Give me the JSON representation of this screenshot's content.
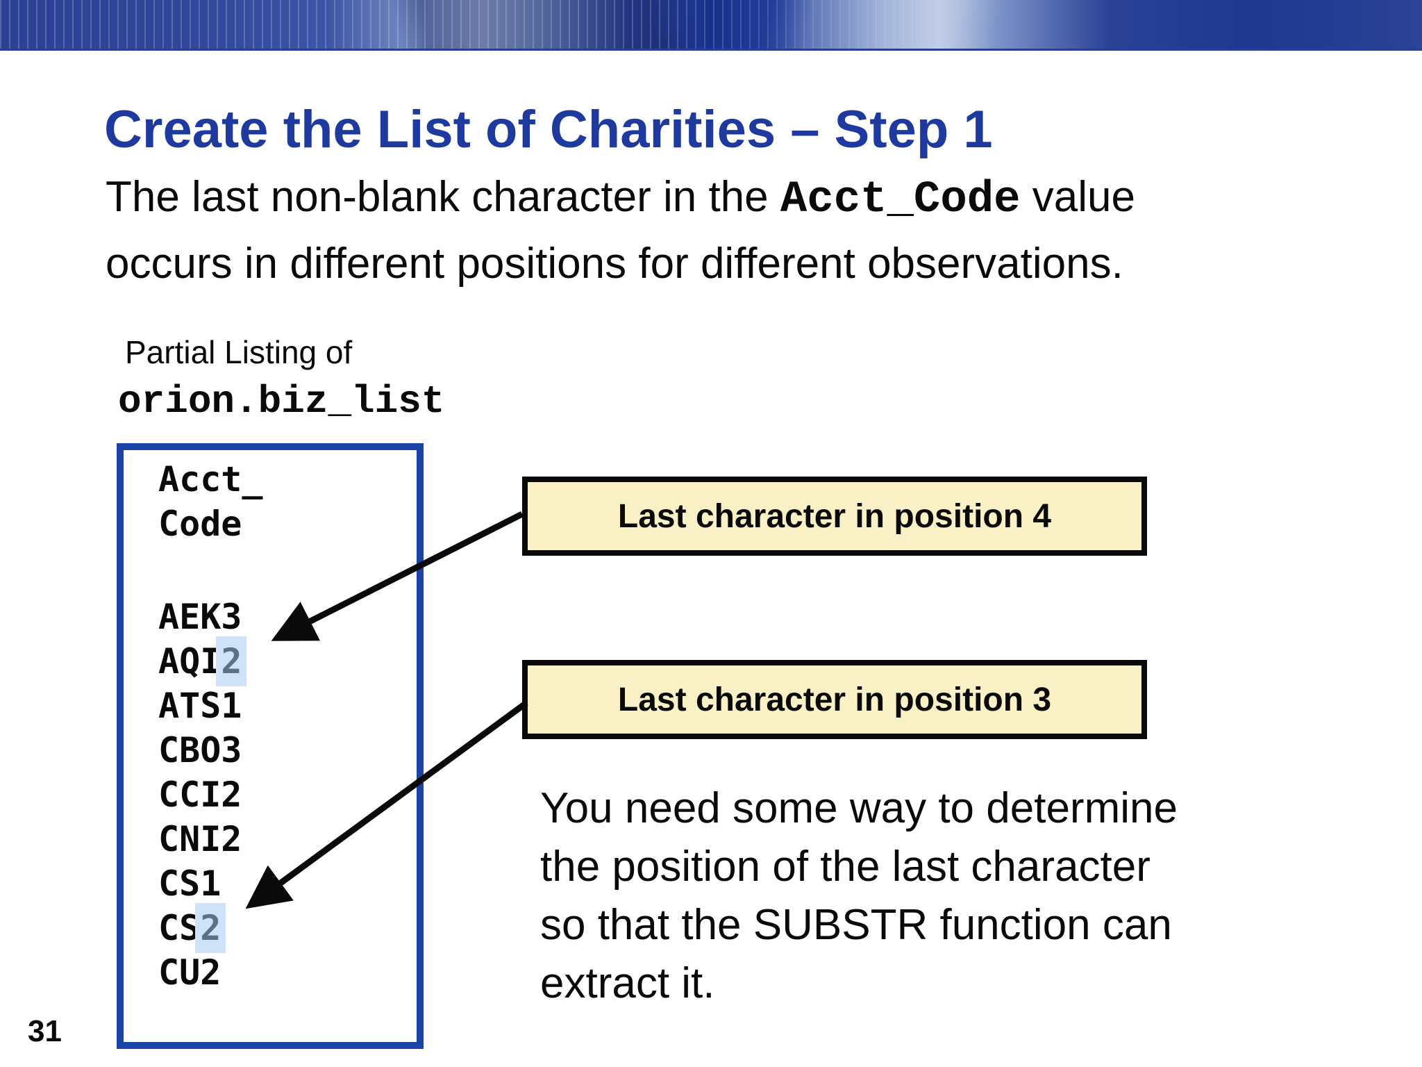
{
  "slide": {
    "page_number": "31",
    "title": "Create the List of Charities – Step 1",
    "intro": {
      "line1_before_code": "The last non-blank character in the ",
      "code": "Acct_Code",
      "line1_after_code": " value",
      "line2": "occurs in different positions for different observations."
    },
    "listing_label": {
      "line1": "Partial Listing of",
      "line2": "orion.biz_list"
    },
    "listing": {
      "header": [
        "Acct_",
        "Code"
      ],
      "rows": [
        {
          "prefix": "AEK3",
          "highlight": ""
        },
        {
          "prefix": "AQI",
          "highlight": "2"
        },
        {
          "prefix": "ATS1",
          "highlight": ""
        },
        {
          "prefix": "CBO3",
          "highlight": ""
        },
        {
          "prefix": "CCI2",
          "highlight": ""
        },
        {
          "prefix": "CNI2",
          "highlight": ""
        },
        {
          "prefix": "CS1",
          "highlight": ""
        },
        {
          "prefix": "CS",
          "highlight": "2"
        },
        {
          "prefix": "CU2",
          "highlight": ""
        }
      ]
    },
    "callouts": [
      {
        "label": "Last character in position 4"
      },
      {
        "label": "Last character in position 3"
      }
    ],
    "note_lines": [
      "You need some way to determine",
      "the position of the last character",
      "so that the SUBSTR function can",
      "extract it."
    ],
    "colors": {
      "title_blue": "#1e3a9f",
      "box_border_blue": "#1c43a8",
      "callout_fill": "#faf0c6",
      "callout_border": "#0a0a0a",
      "highlight_fill": "#cfe2f7",
      "highlight_text": "#5b7089"
    }
  }
}
